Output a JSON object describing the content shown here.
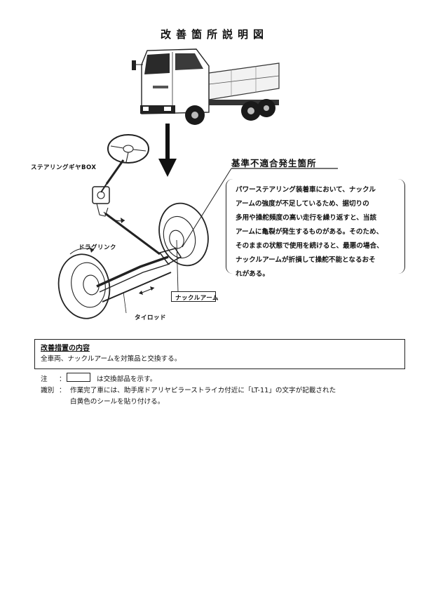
{
  "document": {
    "title": "改善箇所説明図"
  },
  "diagram": {
    "labels": {
      "steering_gear_box": "ステアリングギヤBOX",
      "drag_link": "ドラグリンク",
      "knuckle_arm": "ナックルアーム",
      "tie_rod": "タイロッド"
    }
  },
  "callout": {
    "title": "基準不適合発生箇所",
    "lines": [
      "パワーステアリング装着車において、ナックル",
      "アームの強度が不足しているため、据切りの",
      "多用や操舵頻度の高い走行を繰り返すと、当該",
      "アームに亀裂が発生するものがある。そのため、",
      "そのままの状態で使用を続けると、最悪の場合、",
      "ナックルアームが折損して操舵不能となるおそ",
      "れがある。"
    ]
  },
  "measures": {
    "title": "改善措置の内容",
    "body": "全車両、ナックルアームを対策品と交換する。"
  },
  "notes": {
    "note_label": "注",
    "note_colon": "：",
    "note_text": "は交換部品を示す。",
    "id_label": "識別",
    "id_colon": "：",
    "id_line1": "作業完了車には、助手席ドアリヤピラーストライカ付近に「LT-11」の文字が記載された",
    "id_line2": "白黄色のシールを貼り付ける。"
  }
}
